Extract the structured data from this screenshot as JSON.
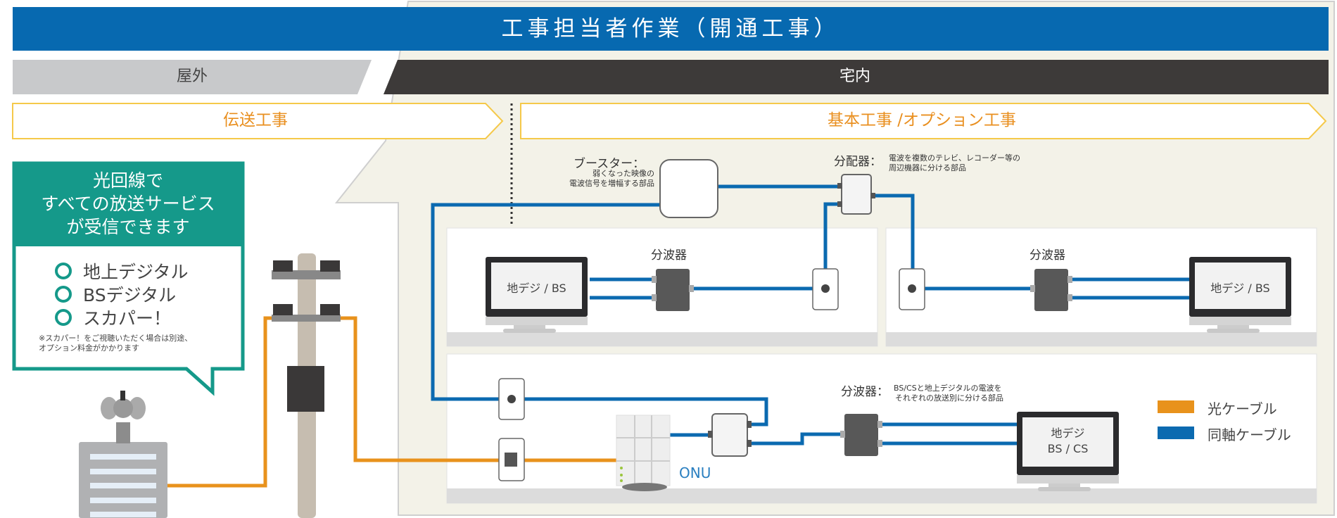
{
  "title": "工事担当者作業（開通工事）",
  "zones": {
    "outdoor": "屋外",
    "indoor": "宅内"
  },
  "stages": {
    "transmission": "伝送工事",
    "basic_option": "基本工事 /オプション工事"
  },
  "bubble": {
    "headline": [
      "光回線で",
      "すべての放送サービス",
      "が受信できます"
    ],
    "services": [
      "地上デジタル",
      "BSデジタル",
      "スカパー！"
    ],
    "note": [
      "※スカパー！をご視聴いただく場合は別途、",
      "オプション料金がかかります"
    ]
  },
  "devices": {
    "booster": {
      "name": "ブースター：",
      "desc": [
        "弱くなった映像の",
        "電波信号を増幅する部品"
      ]
    },
    "distributor": {
      "name": "分配器：",
      "desc": [
        "電波を複数のテレビ、レコーダー等の",
        "周辺機器に分ける部品"
      ]
    },
    "splitter_left": {
      "name": "分波器"
    },
    "splitter_right": {
      "name": "分波器"
    },
    "splitter_bottom": {
      "name": "分波器：",
      "desc": [
        "BS/CSと地上デジタルの電波を",
        "それぞれの放送別に分ける部品"
      ]
    },
    "onu": {
      "name": "ONU"
    }
  },
  "tvs": {
    "left": [
      "地デジ / BS"
    ],
    "right": [
      "地デジ / BS"
    ],
    "bottom": [
      "地デジ",
      "BS / CS"
    ]
  },
  "legend": [
    {
      "label": "光ケーブル",
      "color": "#e8921c"
    },
    {
      "label": "同軸ケーブル",
      "color": "#0b6ab0"
    }
  ],
  "colors": {
    "title_bg": "#0769b0",
    "outdoor_bg": "#c8c9cb",
    "indoor_bg": "#3d3a39",
    "stage_border": "#f5c94a",
    "bubble": "#15998a",
    "fiber": "#e8921c",
    "coax": "#0b6ab0",
    "house_bg": "#f3f2e8"
  }
}
